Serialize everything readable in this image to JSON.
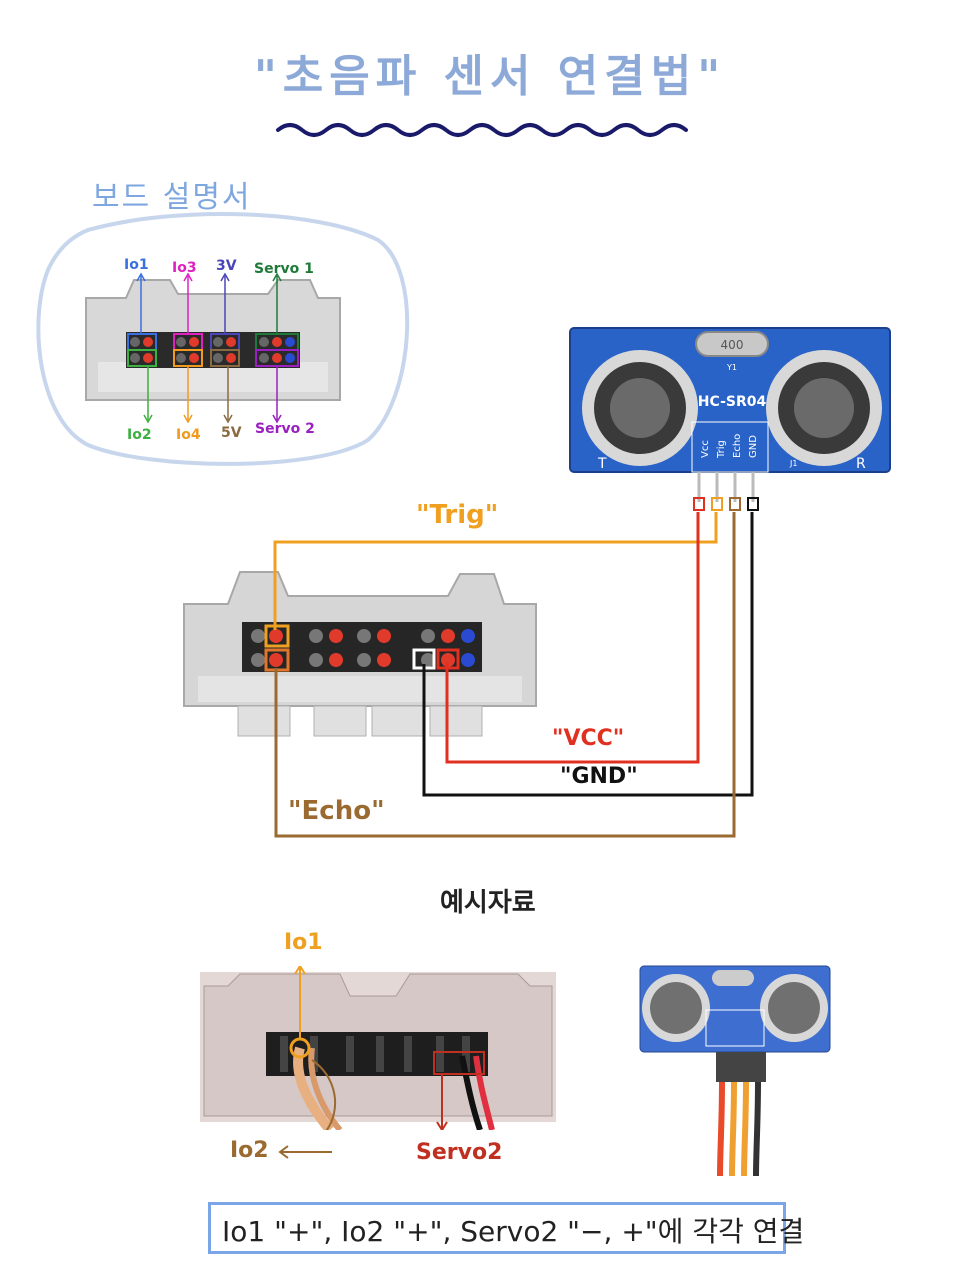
{
  "title": "\"초음파 센서 연결법\"",
  "board_guide": {
    "title": "보드 설명서",
    "top_labels": [
      {
        "text": "Io1",
        "color": "#3a6fe0"
      },
      {
        "text": "Io3",
        "color": "#e020c0"
      },
      {
        "text": "3V",
        "color": "#4a46b8"
      },
      {
        "text": "Servo 1",
        "color": "#1f7a3a"
      }
    ],
    "bottom_labels": [
      {
        "text": "Io2",
        "color": "#3cb040"
      },
      {
        "text": "Io4",
        "color": "#f09a20"
      },
      {
        "text": "5V",
        "color": "#8a6a40"
      },
      {
        "text": "Servo 2",
        "color": "#9a20c0"
      }
    ]
  },
  "sensor": {
    "model": "HC-SR04",
    "pins": [
      "Vcc",
      "Trig",
      "Echo",
      "GND"
    ],
    "crystal": "400",
    "marks": {
      "left": "T",
      "right": "R",
      "y1": "Y1",
      "j1": "J1"
    }
  },
  "wires": {
    "trig": "\"Trig\"",
    "vcc": "\"VCC\"",
    "gnd": "\"GND\"",
    "echo": "\"Echo\""
  },
  "colors": {
    "trig": "#f0a020",
    "vcc": "#e03020",
    "gnd": "#111111",
    "echo": "#9a6a30",
    "underline": "#1a1a6a",
    "sensor_board": "#2a63c8"
  },
  "example": {
    "title": "예시자료",
    "label_io1": "Io1",
    "label_io2": "Io2",
    "label_servo2": "Servo2"
  },
  "instruction": "Io1 \"+\", Io2 \"+\", Servo2 \"−, +\"에 각각 연결"
}
